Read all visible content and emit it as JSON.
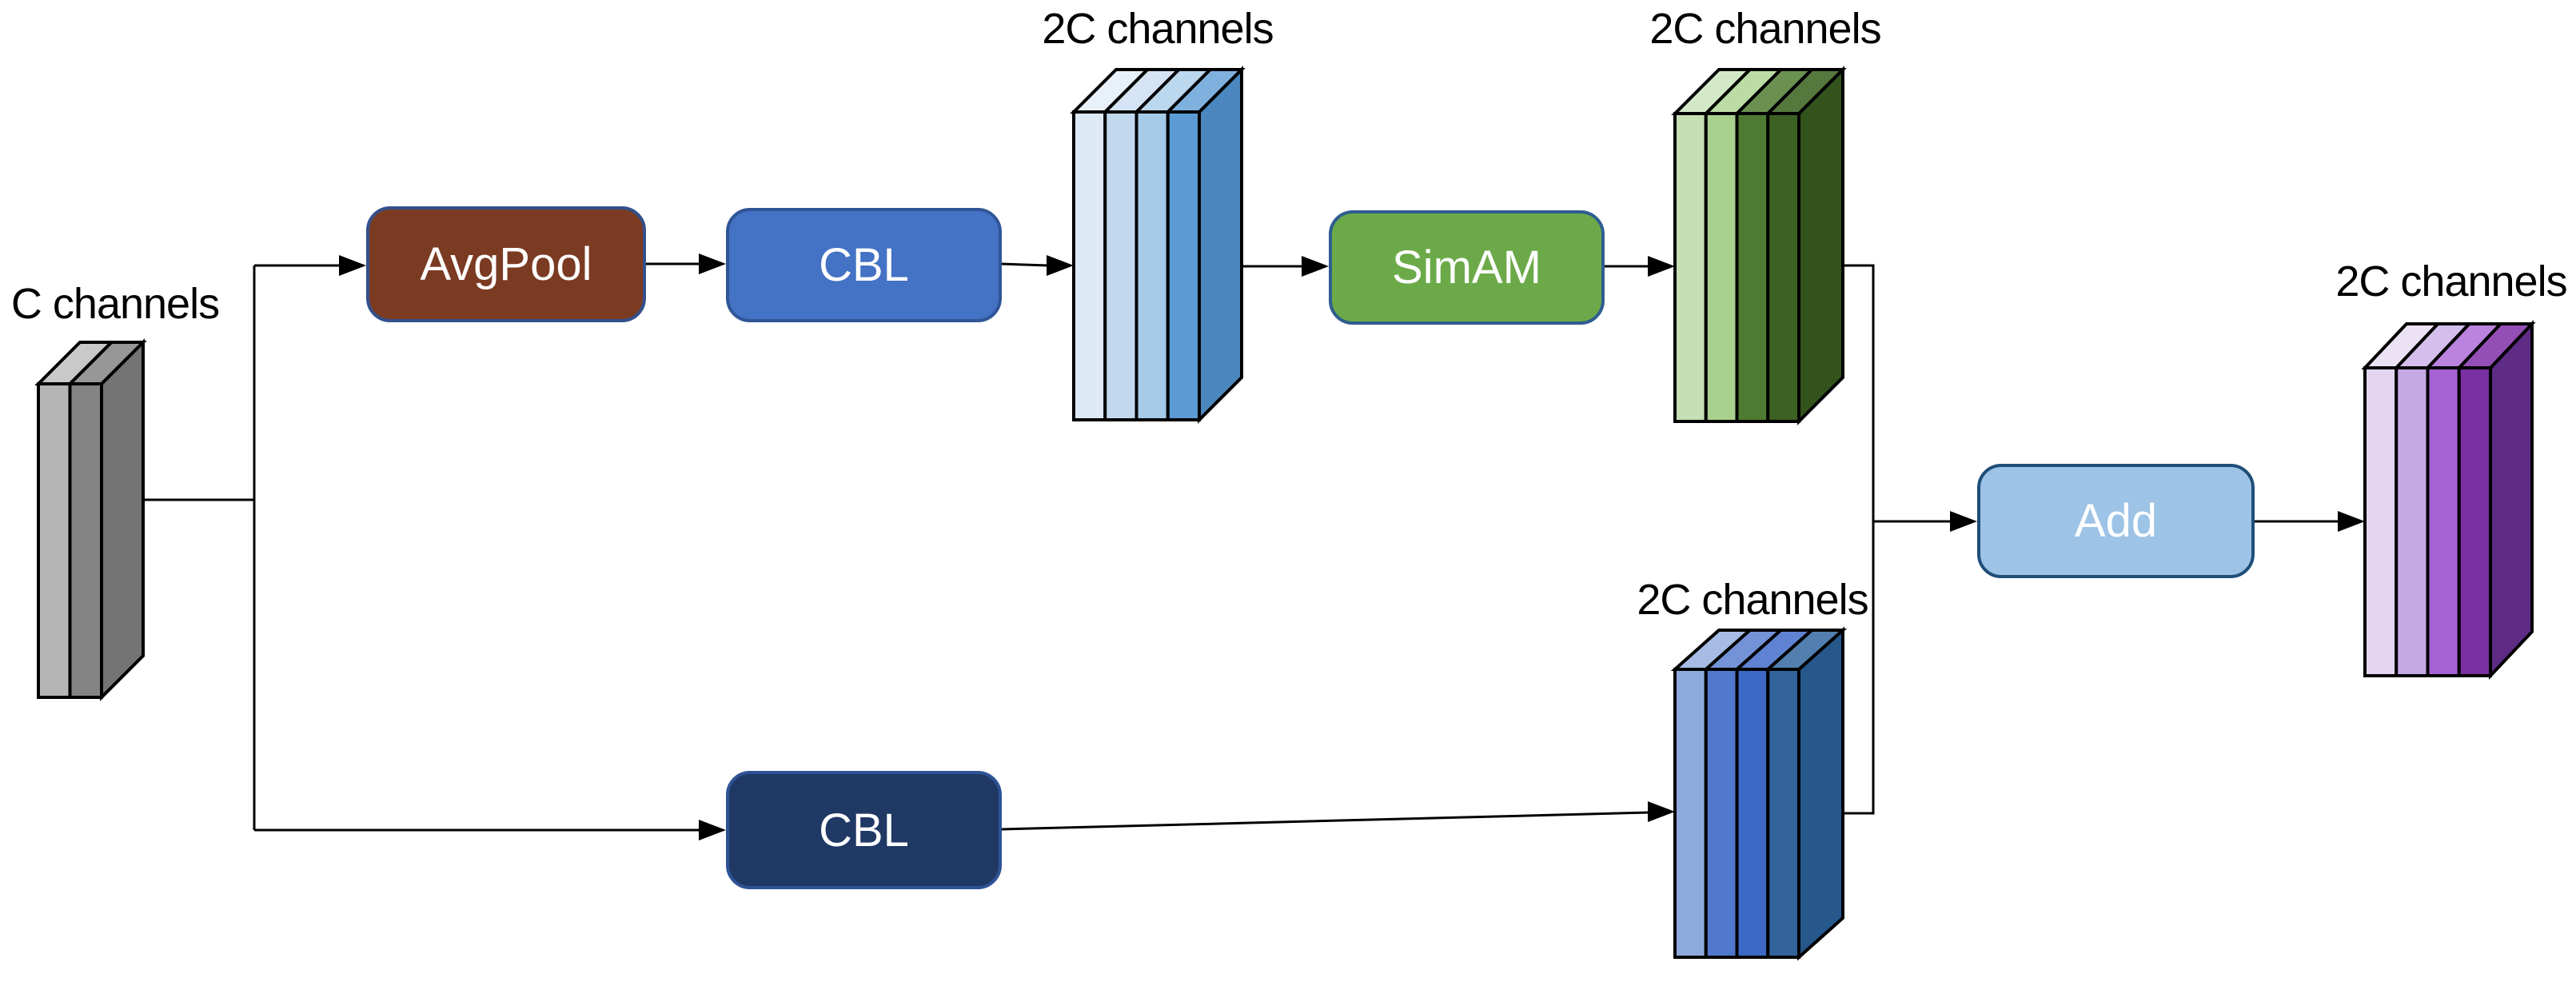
{
  "title": "SimAM attention downsampling block diagram",
  "labels": {
    "input": "C channels",
    "feat_top": "2C channels",
    "feat_attn": "2C channels",
    "feat_bottom": "2C channels",
    "output": "2C channels"
  },
  "boxes": {
    "avgpool": {
      "label": "AvgPool",
      "fill": "#7B3B22",
      "border": "#33508C"
    },
    "cbl_top": {
      "label": "CBL",
      "fill": "#4472C4",
      "border": "#2F5597"
    },
    "simam": {
      "label": "SimAM",
      "fill": "#6CAA49",
      "border": "#2F5D8F"
    },
    "add": {
      "label": "Add",
      "fill": "#9DC3E6",
      "border": "#1F4E79"
    },
    "cbl_bottom": {
      "label": "CBL",
      "fill": "#1F3864",
      "border": "#2E5395"
    }
  },
  "blocks": {
    "input": {
      "slabs": [
        "#B5B5B5",
        "#848484"
      ],
      "tops": [
        "#C9C9C9",
        "#979797"
      ],
      "side": "#747474"
    },
    "feat_top": {
      "slabs": [
        "#DDE9F5",
        "#C2D8EE",
        "#A6CBE8",
        "#5C9AD3"
      ],
      "tops": [
        "#E8F1FA",
        "#D4E4F4",
        "#BBD8EF",
        "#7FB1DE"
      ],
      "side": "#4C86BE"
    },
    "feat_attn": {
      "slabs": [
        "#C5E0B4",
        "#A9D18E",
        "#4E7B31",
        "#3C6123"
      ],
      "tops": [
        "#D3E8C7",
        "#BCDCA6",
        "#6A9150",
        "#55783D"
      ],
      "side": "#33531D"
    },
    "feat_bottom": {
      "slabs": [
        "#8FAADC",
        "#5078CB",
        "#3D69C6",
        "#33639B"
      ],
      "tops": [
        "#A7BCE5",
        "#7392D7",
        "#5F82D3",
        "#527FAF"
      ],
      "side": "#26588C"
    },
    "output": {
      "slabs": [
        "#E3D5F1",
        "#C5A9E5",
        "#A562D2",
        "#7A30A2"
      ],
      "tops": [
        "#ECE2F6",
        "#D4BFEC",
        "#BA84DE",
        "#944FB6"
      ],
      "side": "#5E2B85"
    }
  },
  "colors": {
    "connector": "#000000",
    "label_text": "#000000",
    "node_text": "#FFFFFF",
    "background": "#FFFFFF"
  }
}
